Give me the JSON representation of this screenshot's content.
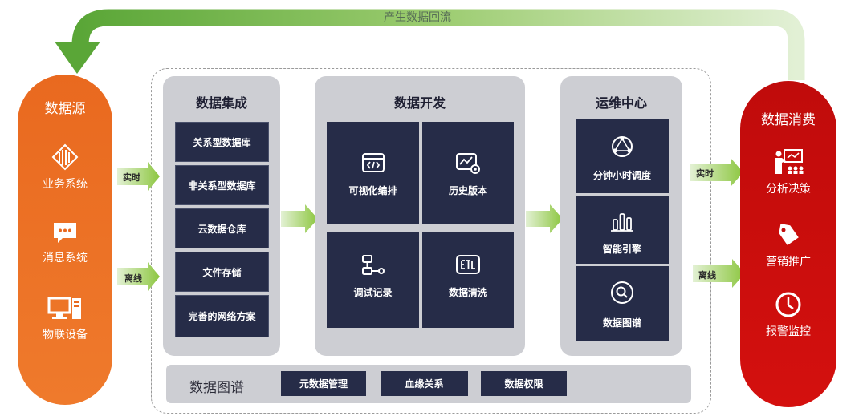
{
  "feedback_loop": {
    "label": "产生数据回流"
  },
  "data_source": {
    "title": "数据源",
    "items": [
      {
        "label": "业务系统",
        "icon": "tower-bars-icon"
      },
      {
        "label": "消息系统",
        "icon": "chat-bubble-icon"
      },
      {
        "label": "物联设备",
        "icon": "desktop-computer-icon"
      }
    ]
  },
  "ingest_arrows": {
    "realtime": "实时",
    "offline": "离线"
  },
  "integration": {
    "title": "数据集成",
    "items": [
      "关系型数据库",
      "非关系型数据库",
      "云数据仓库",
      "文件存储",
      "完善的网络方案"
    ]
  },
  "development": {
    "title": "数据开发",
    "items": [
      {
        "label": "可视化编排",
        "icon": "code-window-icon"
      },
      {
        "label": "历史版本",
        "icon": "chart-gear-icon"
      },
      {
        "label": "调试记录",
        "icon": "flow-nodes-icon"
      },
      {
        "label": "数据清洗",
        "icon": "etl-icon"
      }
    ]
  },
  "operations": {
    "title": "运维中心",
    "items": [
      {
        "label": "分钟小时调度",
        "icon": "network-circle-icon"
      },
      {
        "label": "智能引擎",
        "icon": "bar-chart-icon"
      },
      {
        "label": "数据图谱",
        "icon": "search-circle-icon"
      }
    ]
  },
  "output_arrows": {
    "realtime": "实时",
    "offline": "离线"
  },
  "consumption": {
    "title": "数据消费",
    "items": [
      {
        "label": "分析决策",
        "icon": "presentation-icon"
      },
      {
        "label": "营销推广",
        "icon": "price-tag-icon"
      },
      {
        "label": "报警监控",
        "icon": "clock-icon"
      }
    ]
  },
  "catalog": {
    "title": "数据图谱",
    "items": [
      "元数据管理",
      "血缘关系",
      "数据权限"
    ]
  },
  "colors": {
    "source_orange": "#e9691f",
    "consume_red": "#c00b0b",
    "panel_gray": "#cdced3",
    "navy": "#262c48",
    "arrow_green": "#8cc63f"
  }
}
